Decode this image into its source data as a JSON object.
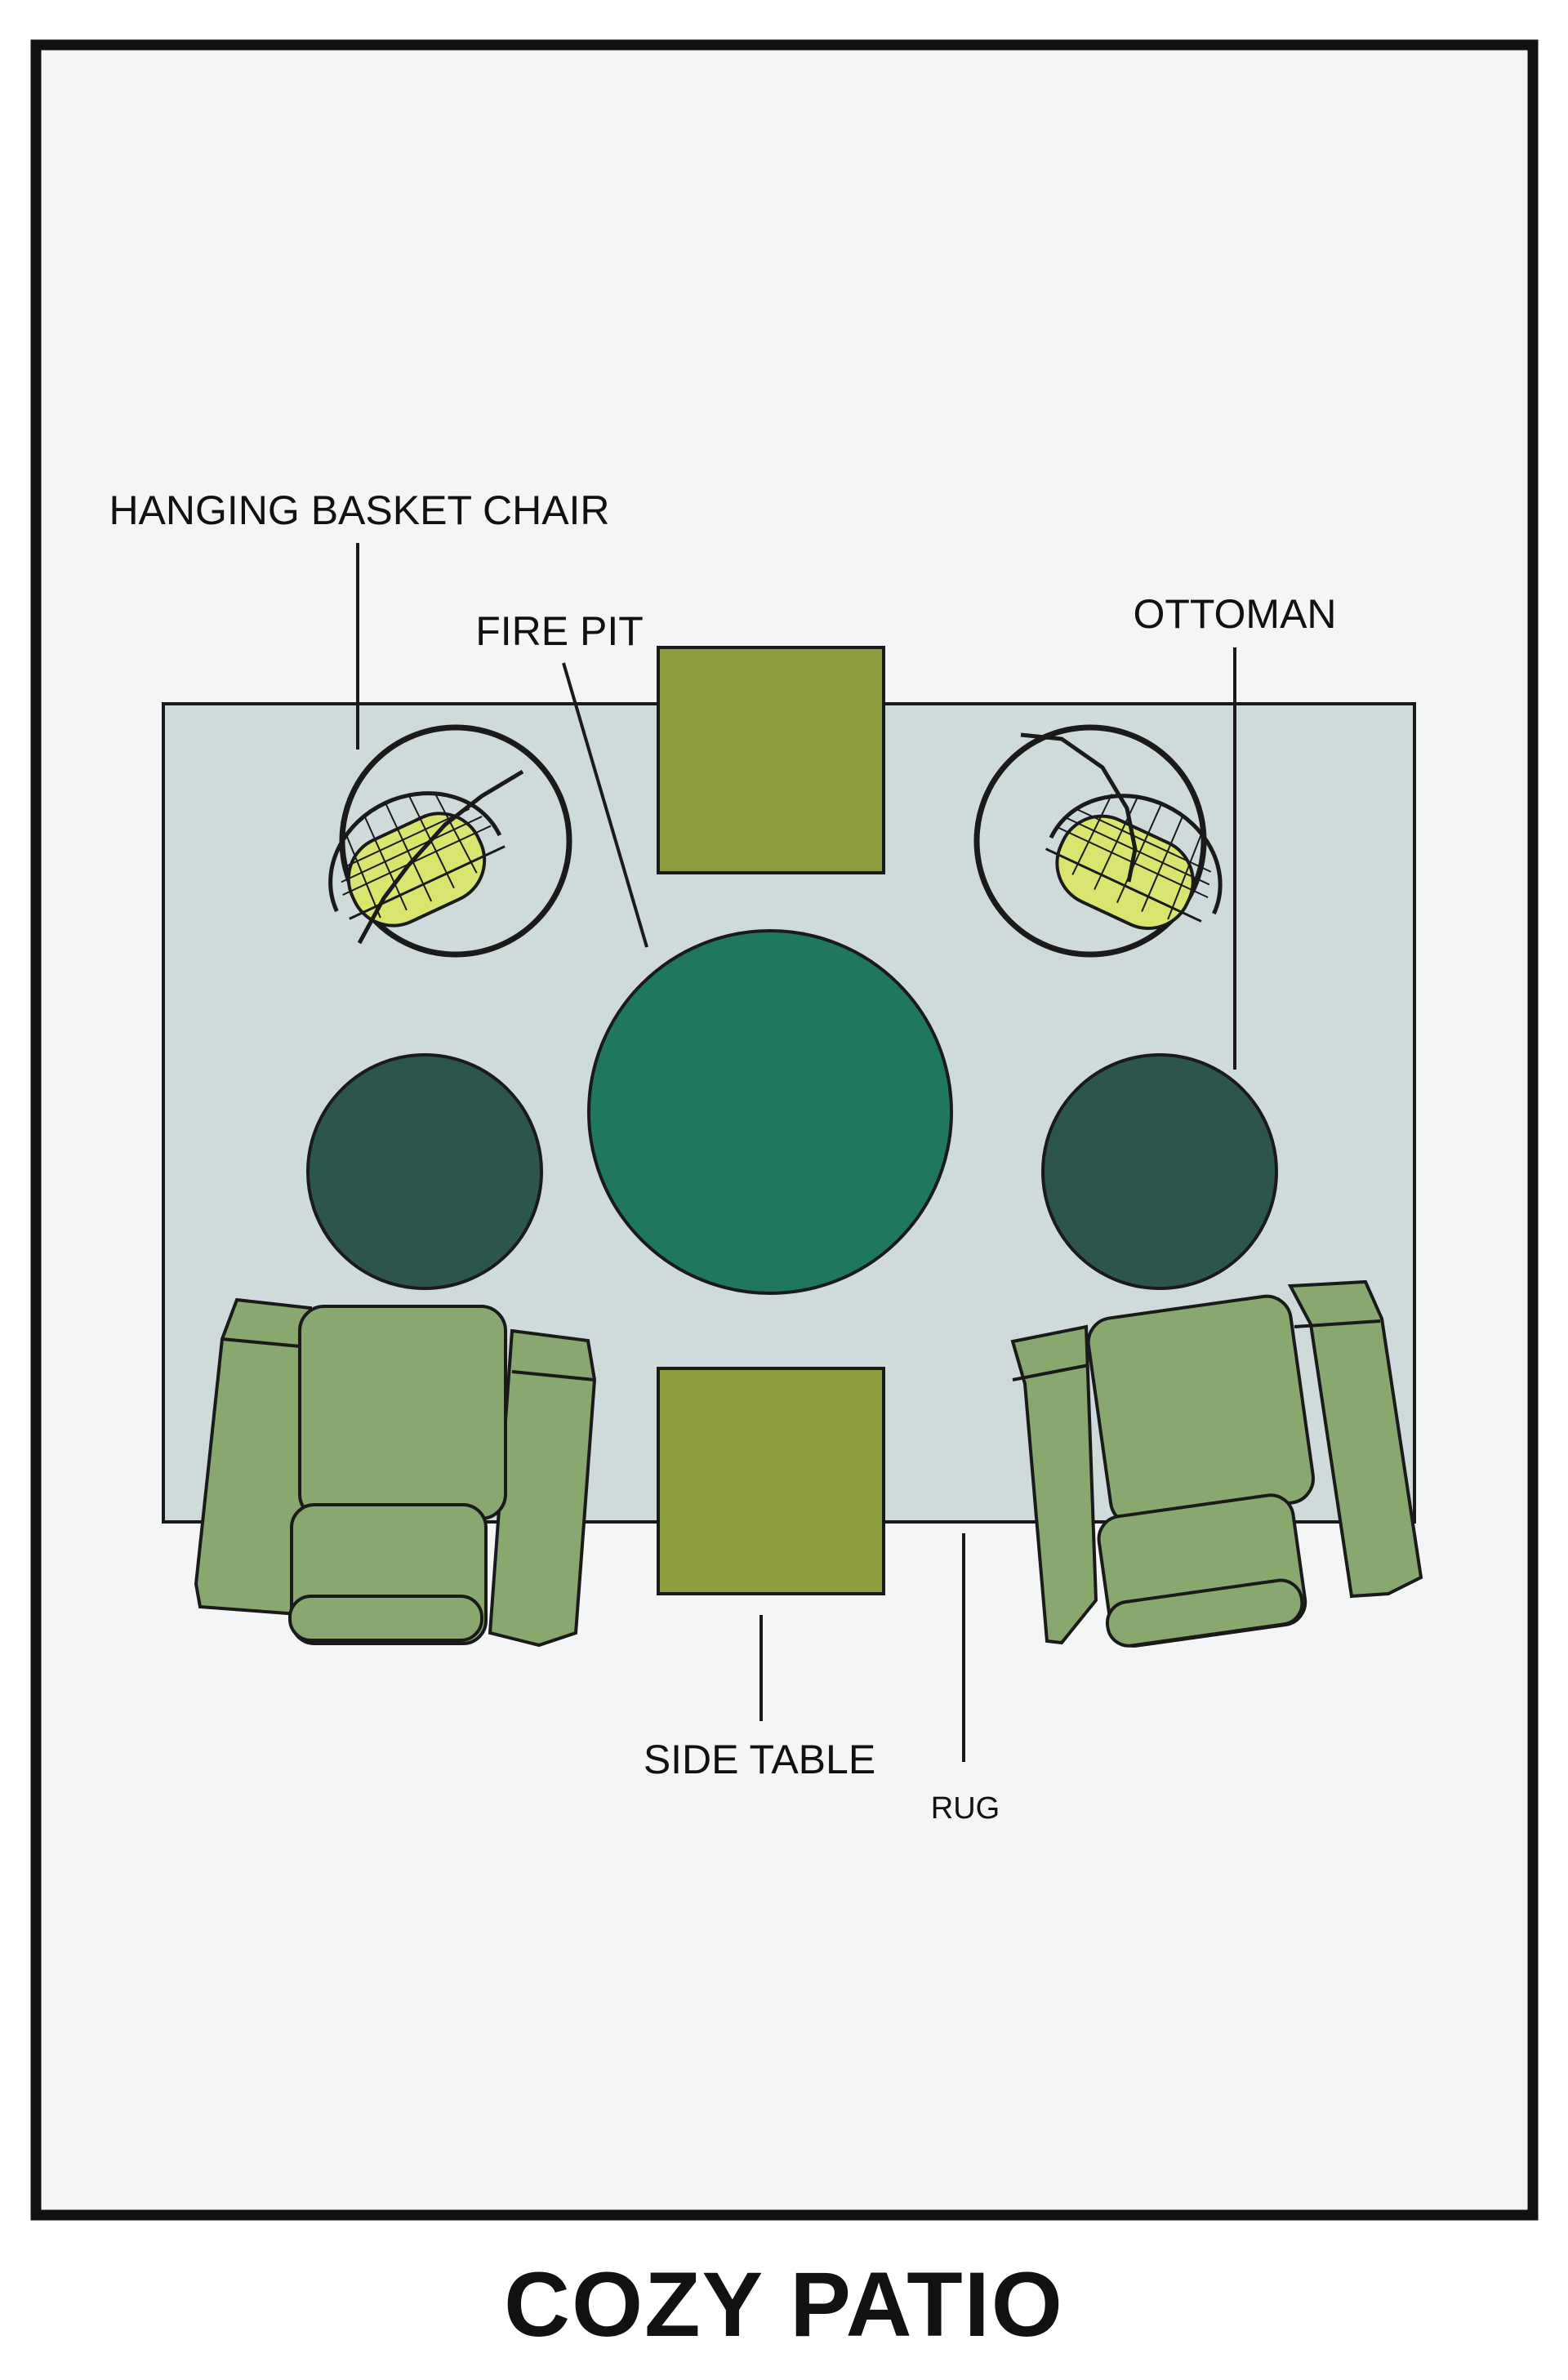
{
  "title": "COZY PATIO",
  "labels": {
    "hanging_basket_chair": "HANGING BASKET CHAIR",
    "fire_pit": "FIRE PIT",
    "ottoman": "OTTOMAN",
    "side_table": "SIDE TABLE",
    "rug": "RUG"
  },
  "colors": {
    "floor": "#f4f5f7",
    "rug": "#cfdbdb",
    "fire_pit": "#1e775e",
    "ottoman": "#2c554e",
    "side_table": "#8b9d3d",
    "armchair": "#88a86f",
    "basket_cushion": "#d9e56e",
    "outline": "#1a1a1a"
  }
}
